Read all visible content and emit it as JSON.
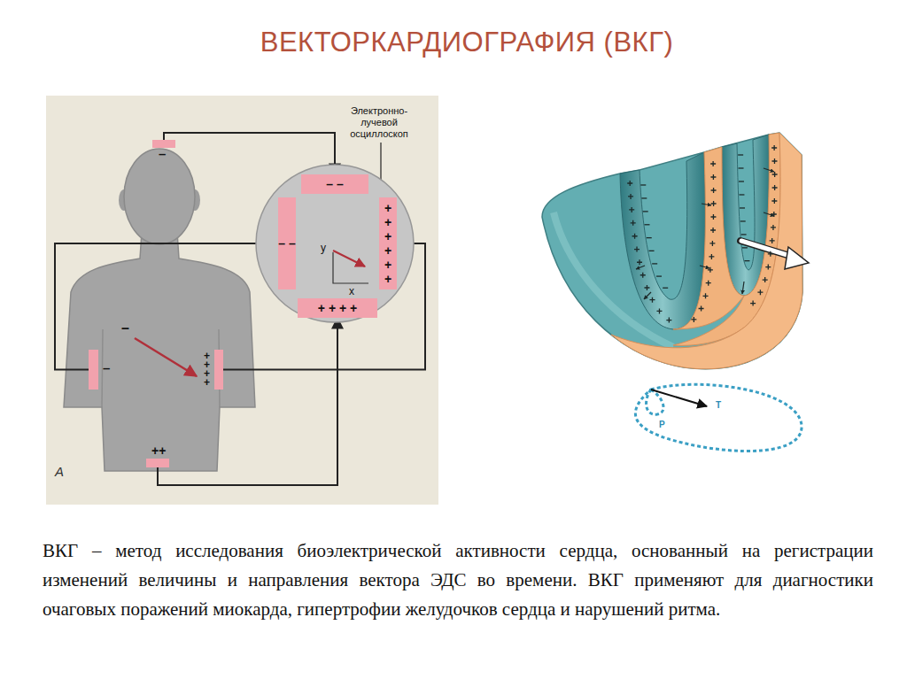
{
  "diagram": {
    "title": "ВЕКТОРКАРДИОГРАФИЯ (ВКГ)",
    "caption": "ВКГ – метод исследования биоэлектрической активности сердца, основанный на регистрации изменений величины и направления вектора ЭДС во времени. ВКГ применяют для диагностики очаговых поражений миокарда, гипертрофии желудочков сердца и нарушений ритма.",
    "nodes": [
      {
        "text": [
          "–"
        ]
      },
      {
        "text": [
          "Электронно-лучевой осциллоскоп",
          "y",
          "x"
        ]
      },
      {
        "text": [
          "– –"
        ],
        "in": 1
      },
      {
        "text": [
          "– –"
        ],
        "in": 1
      },
      {
        "text": [
          "+ + + + + +"
        ],
        "in": 1
      },
      {
        "text": [
          "+ + + +"
        ],
        "in": 1
      },
      {
        "text": [
          "–"
        ]
      },
      {
        "text": [
          "+ + + +"
        ]
      },
      {
        "text": [
          "++"
        ]
      }
    ],
    "edges": [
      {
        "from": 0,
        "to": 2,
        "arrow": "to"
      },
      {
        "from": 6,
        "to": 3,
        "arrow": "to"
      },
      {
        "from": 7,
        "to": 4,
        "arrow": "to"
      },
      {
        "from": 8,
        "to": 5,
        "arrow": "to"
      }
    ],
    "labels": [
      "–",
      "A",
      "P",
      "T"
    ]
  }
}
